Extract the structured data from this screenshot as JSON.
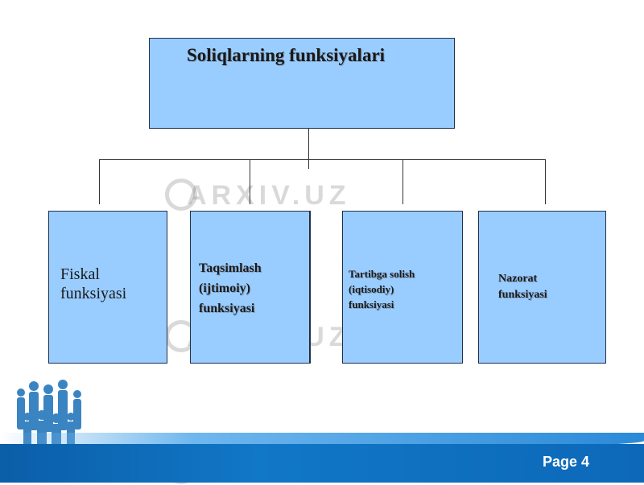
{
  "diagram": {
    "root": "Soliqlarning funksiyalari",
    "children": [
      {
        "lines": [
          "Fiskal",
          "funksiyasi"
        ]
      },
      {
        "lines": [
          "Taqsimlash",
          "(ijtimoiy)",
          "funksiyasi"
        ]
      },
      {
        "lines": [
          "Tartibga solish",
          "(iqtisodiy)",
          "funksiyasi"
        ]
      },
      {
        "lines": [
          "Nazorat",
          "funksiyasi"
        ]
      }
    ]
  },
  "watermark": "ARXIV.UZ",
  "footer": {
    "page": "Page 4"
  },
  "colors": {
    "box_fill": "#99ccff",
    "footer": "#0d68b8"
  }
}
